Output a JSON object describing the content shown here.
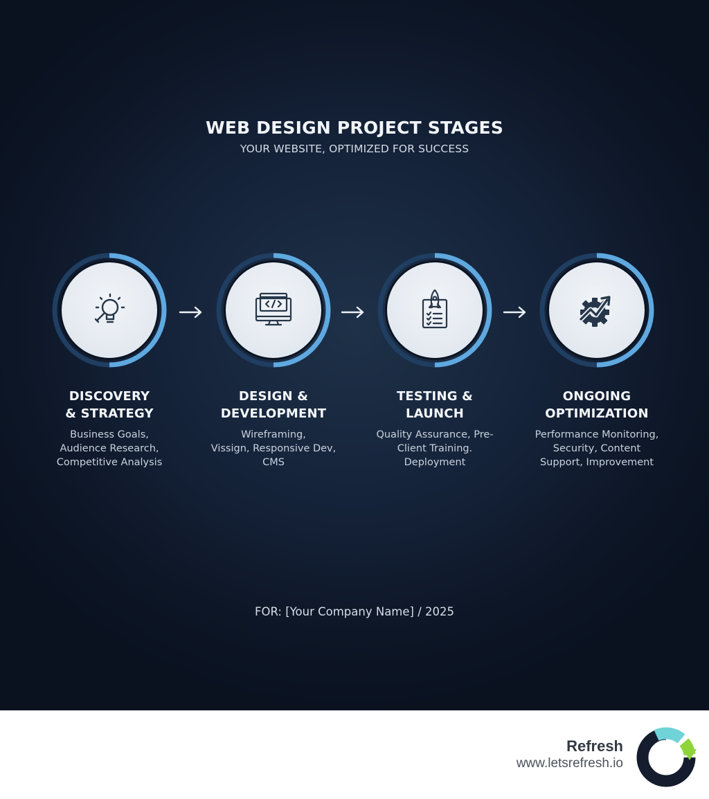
{
  "title": "WEB DESIGN PROJECT STAGES",
  "subtitle": "YOUR WEBSITE, OPTIMIZED FOR SUCCESS",
  "stages": [
    {
      "heading": [
        "DISCOVERY",
        "& STRATEGY"
      ],
      "details": [
        "Business Goals,",
        "Audience Research,",
        "Competitive Analysis"
      ],
      "icon": "lightbulb-magnifier-icon"
    },
    {
      "heading": [
        "DESIGN &",
        "DEVELOPMENT"
      ],
      "details": [
        "Wireframing,",
        "Vissign, Responsive Dev,",
        "CMS"
      ],
      "icon": "monitor-code-icon"
    },
    {
      "heading": [
        "TESTING &",
        "LAUNCH"
      ],
      "details": [
        "Quality Assurance, Pre-",
        "Client Training.",
        "Deployment"
      ],
      "icon": "rocket-checklist-icon"
    },
    {
      "heading": [
        "ONGOING",
        "OPTIMIZATION"
      ],
      "details": [
        "Performance Monitoring,",
        "Security, Content",
        "Support, Improvement"
      ],
      "icon": "gear-growth-icon"
    }
  ],
  "footer_note": "FOR: [Your Company Name] / 2025",
  "brand": {
    "name": "Refresh",
    "url": "www.letsrefresh.io",
    "logo_icon": "refresh-logo-icon"
  },
  "colors": {
    "background": "#15233a",
    "ring_light": "#5fa9e0",
    "ring_dark": "#1f3e62",
    "disc": "#e8edf3",
    "icon_stroke": "#27364a",
    "logo_teal": "#6fd3d8",
    "logo_green": "#8fd43a",
    "logo_navy": "#141c2e"
  }
}
